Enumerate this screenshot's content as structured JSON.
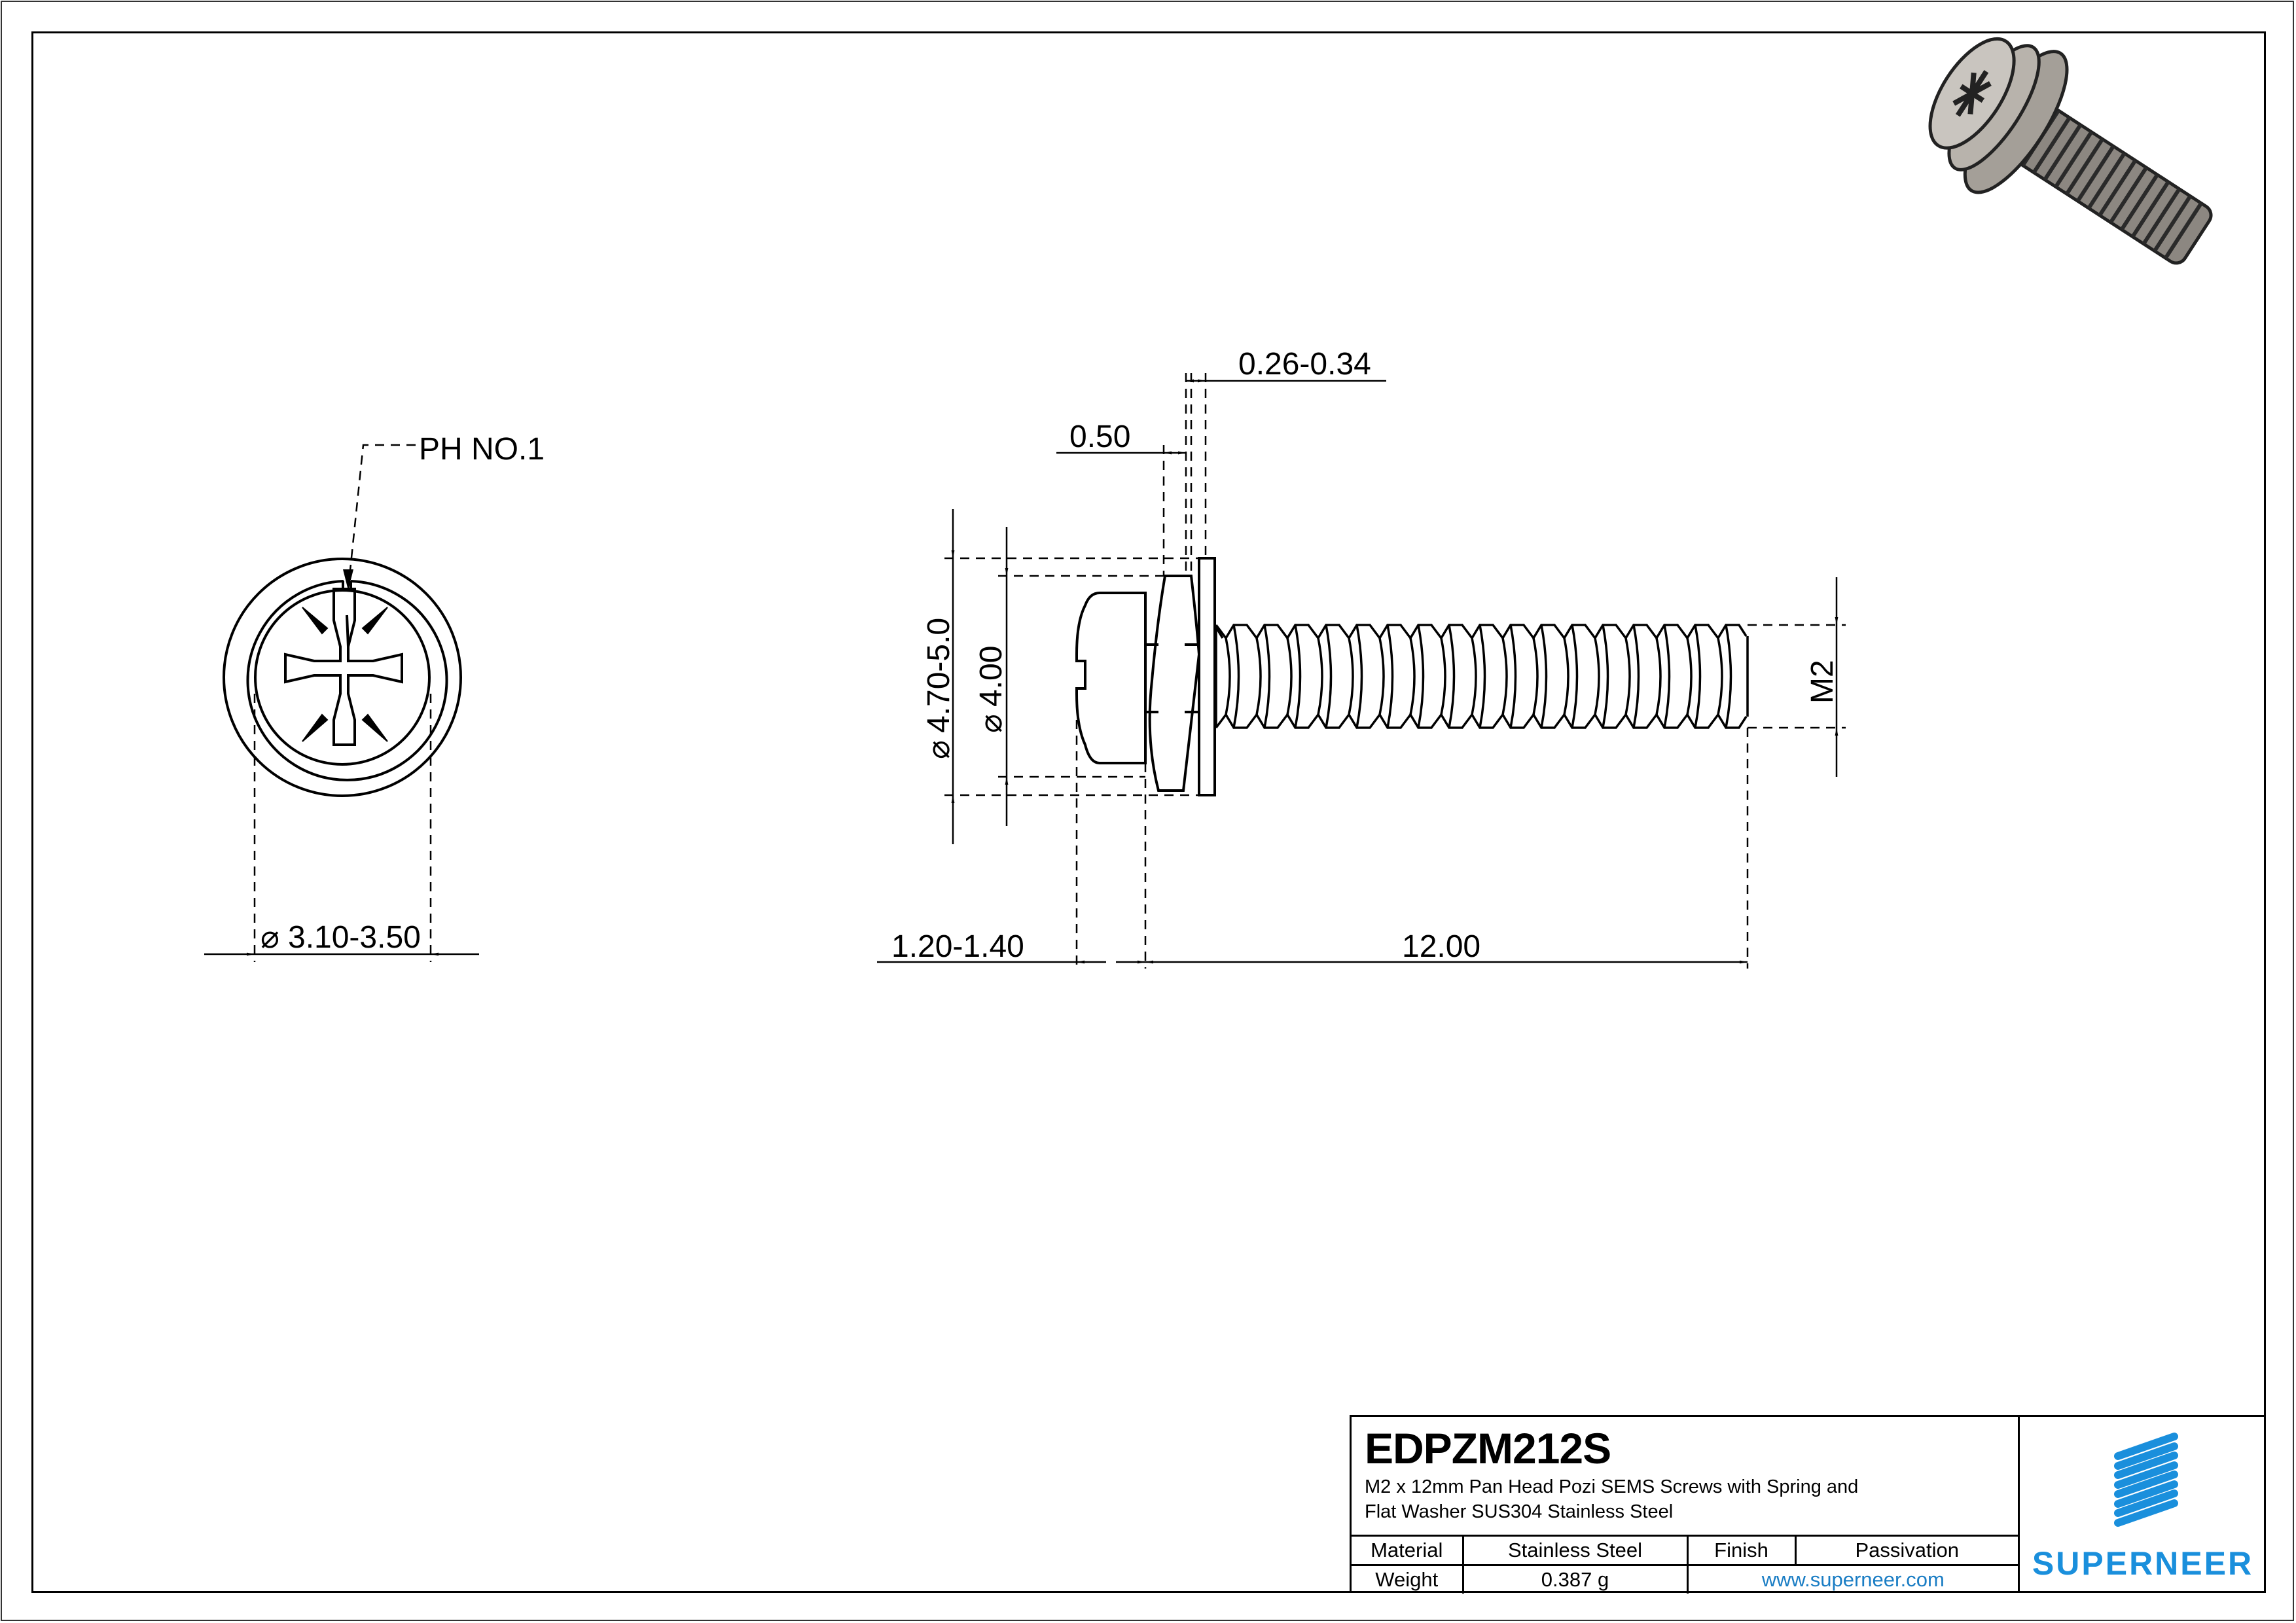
{
  "drawing": {
    "top_view": {
      "callout": "PH NO.1",
      "diameter_dim": "3.10-3.50",
      "diameter_symbol": "⌀"
    },
    "side_view": {
      "dims": {
        "spring_washer_thickness": "0.26-0.34",
        "flat_washer_thickness": "0.50",
        "outer_washer_diameter": "4.70-5.0",
        "head_diameter": "4.00",
        "thread_size": "M2",
        "head_height": "1.20-1.40",
        "length": "12.00"
      },
      "diameter_symbol": "⌀"
    },
    "iso_view": {
      "label": "3D render of pan head pozi SEMS screw"
    }
  },
  "title_block": {
    "part_number": "EDPZM212S",
    "description_line1": "M2 x 12mm Pan Head Pozi SEMS Screws with Spring and",
    "description_line2": "Flat Washer SUS304 Stainless Steel",
    "material_label": "Material",
    "material_value": "Stainless Steel",
    "finish_label": "Finish",
    "finish_value": "Passivation",
    "weight_label": "Weight",
    "weight_value": "0.387 g",
    "website": "www.superneer.com",
    "brand": "SUPERNEER",
    "brand_color": "#1a8fdc"
  }
}
